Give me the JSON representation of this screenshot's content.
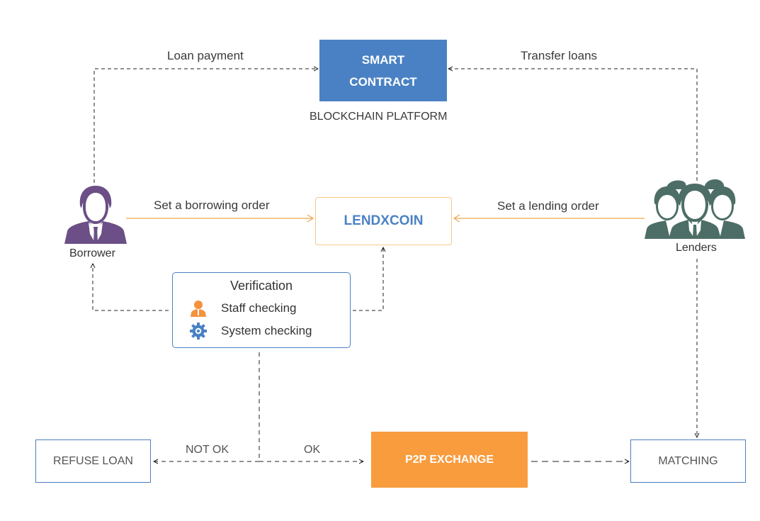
{
  "colors": {
    "smart_contract_fill": "#4a81c4",
    "lendxcoin_text": "#4a81c4",
    "lendxcoin_border": "#f6c78e",
    "p2p_fill": "#f89c3e",
    "borrower_icon": "#6b4f86",
    "lenders_icon": "#4d6e66",
    "order_arrow": "#f0a64f",
    "staff_icon": "#f5923e",
    "system_icon": "#4a81c4"
  },
  "smart_contract": {
    "line1": "SMART",
    "line2": "CONTRACT",
    "caption": "BLOCKCHAIN PLATFORM"
  },
  "edges": {
    "loan_payment": "Loan payment",
    "transfer_loans": "Transfer loans",
    "borrowing_order": "Set a borrowing order",
    "lending_order": "Set a lending order",
    "not_ok": "NOT OK",
    "ok": "OK"
  },
  "actors": {
    "borrower": {
      "label": "Borrower",
      "icon": "businessman-icon"
    },
    "lenders": {
      "label": "Lenders",
      "icon": "group-icon"
    }
  },
  "lendxcoin": {
    "label": "LENDXCOIN"
  },
  "verification": {
    "title": "Verification",
    "items": [
      {
        "label": "Staff checking",
        "icon": "staff-person-icon"
      },
      {
        "label": "System checking",
        "icon": "gear-icon"
      }
    ]
  },
  "outcomes": {
    "refuse": "REFUSE LOAN",
    "p2p": "P2P EXCHANGE",
    "matching": "MATCHING"
  }
}
